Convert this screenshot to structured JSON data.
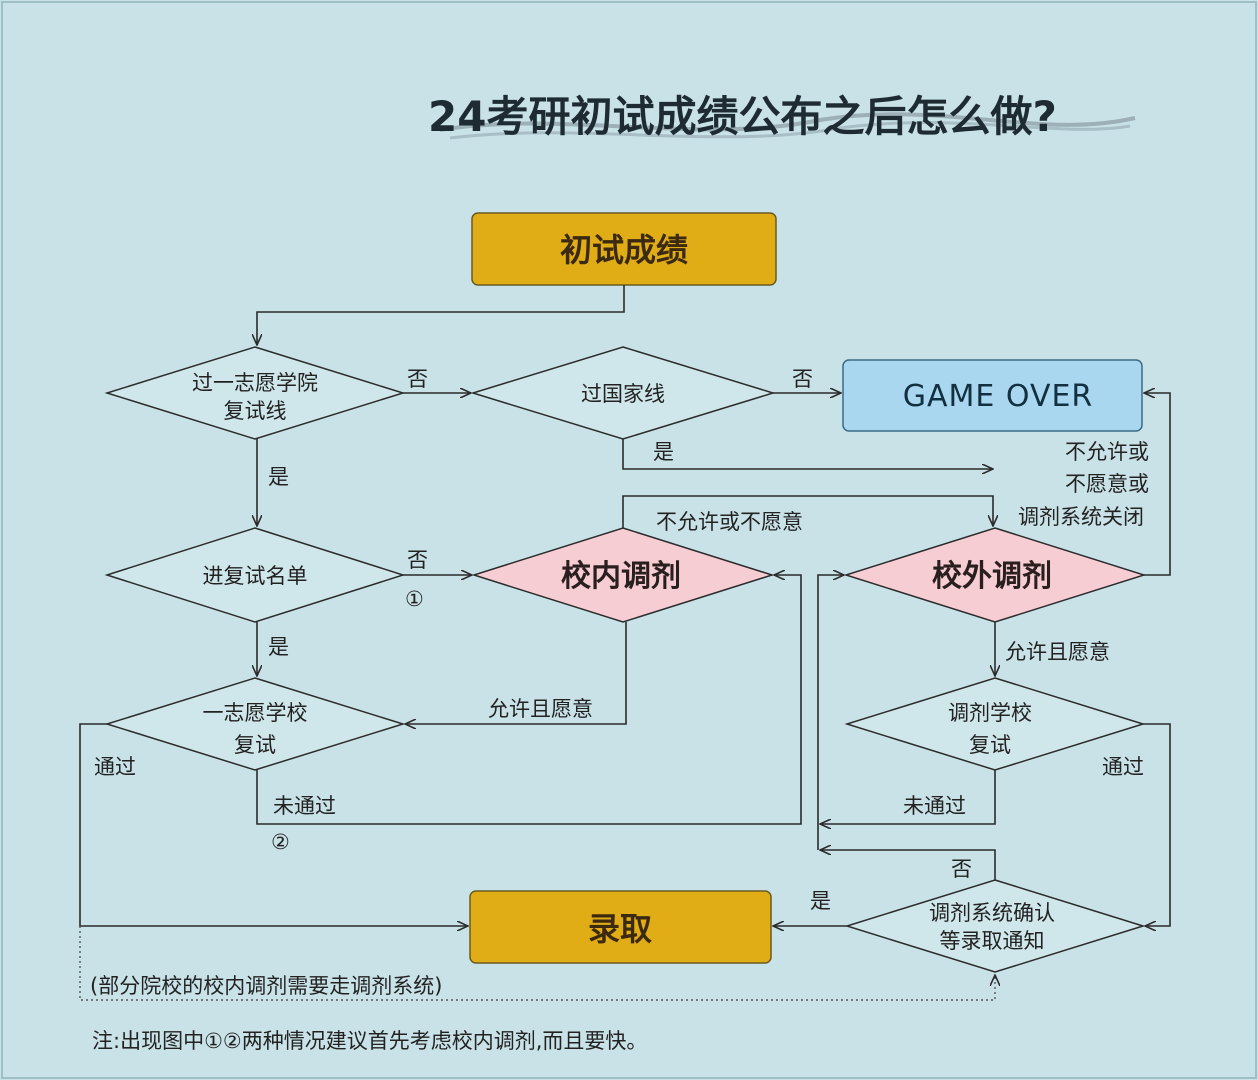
{
  "title": "24考研初试成绩公布之后怎么做?",
  "nodes": {
    "start": "初试成绩",
    "first_line_1": "过一志愿学院",
    "first_line_2": "复试线",
    "national_line": "过国家线",
    "game_over": "GAME OVER",
    "retest_list": "进复试名单",
    "internal_adjust": "校内调剂",
    "external_adjust": "校外调剂",
    "first_retest_1": "一志愿学校",
    "first_retest_2": "复试",
    "adjust_retest_1": "调剂学校",
    "adjust_retest_2": "复试",
    "confirm_1": "调剂系统确认",
    "confirm_2": "等录取通知",
    "admit": "录取"
  },
  "edges": {
    "no": "否",
    "yes": "是",
    "pass": "通过",
    "fail": "未通过",
    "not_allowed_internal": "不允许或不愿意",
    "allowed_willing": "允许且愿意",
    "not_allowed_ext_1": "不允许或",
    "not_allowed_ext_2": "不愿意或",
    "not_allowed_ext_3": "调剂系统关闭",
    "circle_1": "①",
    "circle_2": "②"
  },
  "notes": {
    "paren": "(部分院校的校内调剂需要走调剂系统)",
    "footer": "注:出现图中①②两种情况建议首先考虑校内调剂,而且要快。"
  },
  "colors": {
    "background": "#c9e2e8",
    "gold": "#e0ad17",
    "pink": "#f6cdd3",
    "blue": "#a9d7ef"
  }
}
